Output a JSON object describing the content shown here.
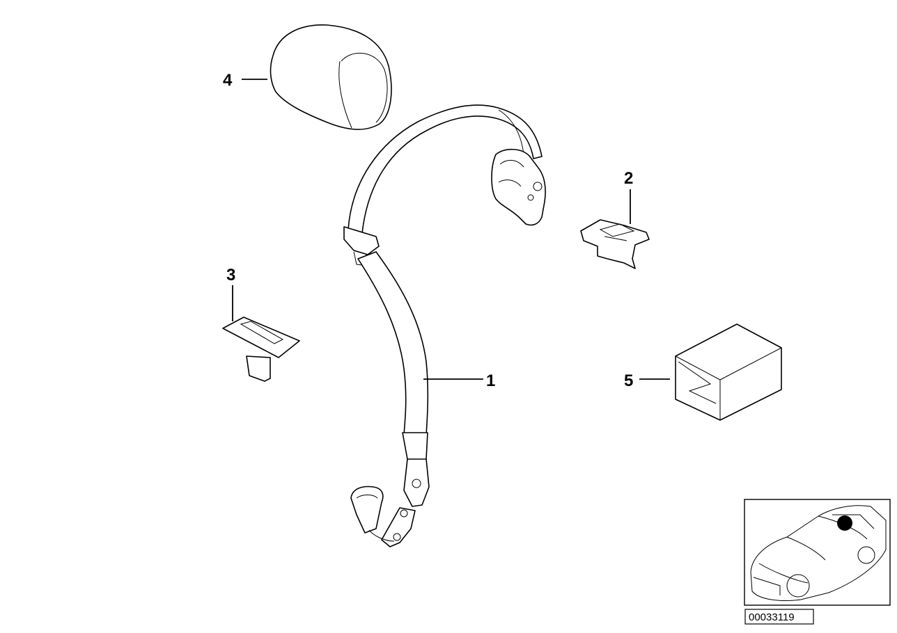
{
  "diagram": {
    "callouts": [
      {
        "id": "1",
        "label": "1"
      },
      {
        "id": "2",
        "label": "2"
      },
      {
        "id": "3",
        "label": "3"
      },
      {
        "id": "4",
        "label": "4"
      },
      {
        "id": "5",
        "label": "5"
      }
    ],
    "reference_number": "00033119"
  }
}
